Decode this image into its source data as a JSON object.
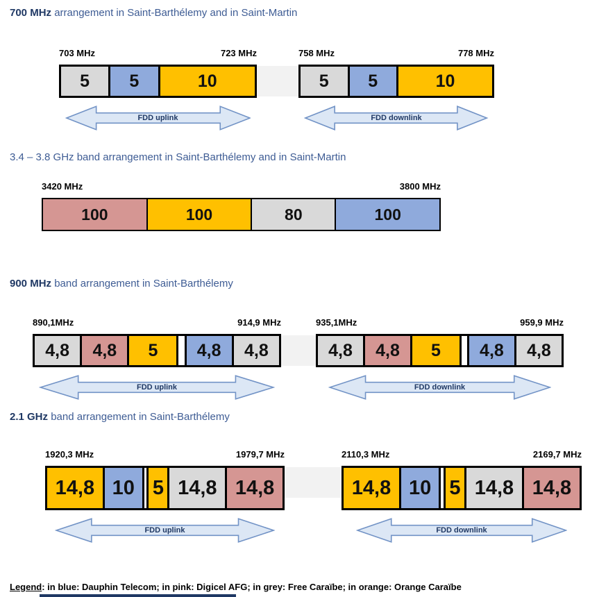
{
  "colors": {
    "grey": "#D9D9D9",
    "blue": "#8FAADC",
    "orange": "#FFC000",
    "pink": "#D59693",
    "gap": "#FFFFFF",
    "title_accent": "#1F3864",
    "title_text": "#3E5C94",
    "arrow_fill": "#DCE7F5",
    "arrow_stroke": "#7293C6",
    "arrow_text": "#1F3864",
    "connector": "#F2F2F2",
    "footer_bar": "#1F3864"
  },
  "sections": {
    "s700": {
      "title_bold": "700 MHz",
      "title_rest": " arrangement in Saint-Barthélemy and in Saint-Martin",
      "bars": [
        {
          "start": "703 MHz",
          "end": "723 MHz",
          "arrow": "FDD uplink",
          "segments": [
            {
              "label": "5",
              "color": "grey",
              "w": 5
            },
            {
              "label": "5",
              "color": "blue",
              "w": 5
            },
            {
              "label": "10",
              "color": "orange",
              "w": 10
            }
          ]
        },
        {
          "start": "758 MHz",
          "end": "778 MHz",
          "arrow": "FDD downlink",
          "segments": [
            {
              "label": "5",
              "color": "grey",
              "w": 5
            },
            {
              "label": "5",
              "color": "blue",
              "w": 5
            },
            {
              "label": "10",
              "color": "orange",
              "w": 10
            }
          ]
        }
      ]
    },
    "s3400": {
      "title_bold": "",
      "title_rest": "3.4 – 3.8 GHz band arrangement in Saint-Barthélemy and in Saint-Martin",
      "bars": [
        {
          "start": "3420 MHz",
          "end": "3800 MHz",
          "segments": [
            {
              "label": "100",
              "color": "pink",
              "w": 100
            },
            {
              "label": "100",
              "color": "orange",
              "w": 100
            },
            {
              "label": "80",
              "color": "grey",
              "w": 80
            },
            {
              "label": "100",
              "color": "blue",
              "w": 100
            }
          ]
        }
      ]
    },
    "s900": {
      "title_bold": "900 MHz",
      "title_rest": " band arrangement in Saint-Barthélemy",
      "bars": [
        {
          "start": "890,1MHz",
          "end": "914,9 MHz",
          "arrow": "FDD uplink",
          "segments": [
            {
              "label": "4,8",
              "color": "grey",
              "w": 4.8
            },
            {
              "label": "4,8",
              "color": "pink",
              "w": 4.8
            },
            {
              "label": "5",
              "color": "orange",
              "w": 5
            },
            {
              "label": "",
              "color": "gap",
              "w": 0.6
            },
            {
              "label": "4,8",
              "color": "blue",
              "w": 4.8
            },
            {
              "label": "4,8",
              "color": "grey",
              "w": 4.8
            }
          ]
        },
        {
          "start": "935,1MHz",
          "end": "959,9 MHz",
          "arrow": "FDD downlink",
          "segments": [
            {
              "label": "4,8",
              "color": "grey",
              "w": 4.8
            },
            {
              "label": "4,8",
              "color": "pink",
              "w": 4.8
            },
            {
              "label": "5",
              "color": "orange",
              "w": 5
            },
            {
              "label": "",
              "color": "gap",
              "w": 0.6
            },
            {
              "label": "4,8",
              "color": "blue",
              "w": 4.8
            },
            {
              "label": "4,8",
              "color": "grey",
              "w": 4.8
            }
          ]
        }
      ]
    },
    "s2100": {
      "title_bold": "2.1 GHz",
      "title_rest": " band arrangement in Saint-Barthélemy",
      "bars": [
        {
          "start": "1920,3 MHz",
          "end": "1979,7 MHz",
          "arrow": "FDD uplink",
          "segments": [
            {
              "label": "14,8",
              "color": "orange",
              "w": 14.8
            },
            {
              "label": "10",
              "color": "blue",
              "w": 10
            },
            {
              "label": "",
              "color": "gap",
              "w": 0.7
            },
            {
              "label": "5",
              "color": "orange",
              "w": 5
            },
            {
              "label": "14,8",
              "color": "grey",
              "w": 14.8
            },
            {
              "label": "14,8",
              "color": "pink",
              "w": 14.8
            }
          ]
        },
        {
          "start": "2110,3 MHz",
          "end": "2169,7 MHz",
          "arrow": "FDD downlink",
          "segments": [
            {
              "label": "14,8",
              "color": "orange",
              "w": 14.8
            },
            {
              "label": "10",
              "color": "blue",
              "w": 10
            },
            {
              "label": "",
              "color": "gap",
              "w": 0.7
            },
            {
              "label": "5",
              "color": "orange",
              "w": 5
            },
            {
              "label": "14,8",
              "color": "grey",
              "w": 14.8
            },
            {
              "label": "14,8",
              "color": "pink",
              "w": 14.8
            }
          ]
        }
      ]
    }
  },
  "legend": {
    "label": "Legend",
    "rest": ": in blue: Dauphin Telecom; in pink: Digicel AFG; in grey: Free Caraïbe; in orange: Orange Caraïbe"
  }
}
